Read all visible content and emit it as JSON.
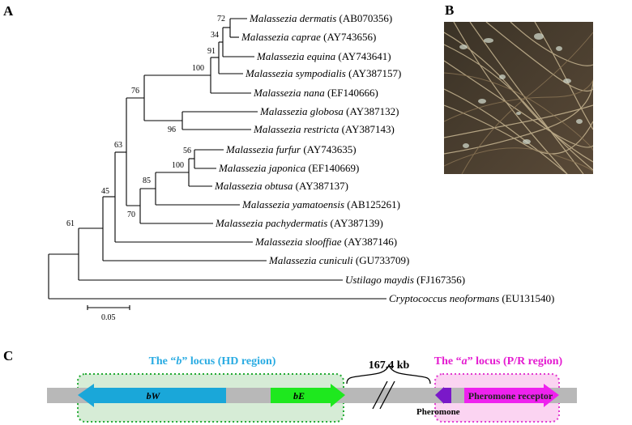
{
  "panels": {
    "a": "A",
    "b": "B",
    "c": "C"
  },
  "tree": {
    "taxa": [
      {
        "genus": "Malassezia",
        "species": "dermatis",
        "accession": "(AB070356)"
      },
      {
        "genus": "Malassezia",
        "species": "caprae",
        "accession": "(AY743656)"
      },
      {
        "genus": "Malassezia",
        "species": "equina",
        "accession": "(AY743641)"
      },
      {
        "genus": "Malassezia",
        "species": "sympodialis",
        "accession": "(AY387157)"
      },
      {
        "genus": "Malassezia",
        "species": "nana",
        "accession": "(EF140666)"
      },
      {
        "genus": "Malassezia",
        "species": "globosa",
        "accession": "(AY387132)"
      },
      {
        "genus": "Malassezia",
        "species": "restricta",
        "accession": "(AY387143)"
      },
      {
        "genus": "Malassezia",
        "species": "furfur",
        "accession": "(AY743635)"
      },
      {
        "genus": "Malassezia",
        "species": "japonica",
        "accession": "(EF140669)"
      },
      {
        "genus": "Malassezia",
        "species": "obtusa",
        "accession": "(AY387137)"
      },
      {
        "genus": "Malassezia",
        "species": "yamatoensis",
        "accession": "(AB125261)"
      },
      {
        "genus": "Malassezia",
        "species": "pachydermatis",
        "accession": "(AY387139)"
      },
      {
        "genus": "Malassezia",
        "species": "slooffiae",
        "accession": "(AY387146)"
      },
      {
        "genus": "Malassezia",
        "species": "cuniculi",
        "accession": "(GU733709)"
      },
      {
        "genus": "Ustilago",
        "species": "maydis",
        "accession": "(FJ167356)"
      },
      {
        "genus": "Cryptococcus",
        "species": "neoformans",
        "accession": "(EU131540)"
      }
    ],
    "bootstrap": [
      "72",
      "34",
      "91",
      "100",
      "76",
      "96",
      "63",
      "56",
      "100",
      "85",
      "70",
      "45",
      "61"
    ],
    "scale_label": "0.05"
  },
  "locus": {
    "b_title_prefix": "The “",
    "b_title_italic": "b",
    "b_title_suffix": "” locus (HD region)",
    "a_title_prefix": "The “",
    "a_title_italic": "a",
    "a_title_suffix": "” locus (P/R region)",
    "distance": "167.4 kb",
    "bW": "bW",
    "bE": "bE",
    "pheromone": "Pheromone",
    "receptor": "Pheromone receptor"
  },
  "colors": {
    "b_title": "#29abe2",
    "a_title": "#e41ad0",
    "bW_arrow": "#1aa7d9",
    "bE_arrow": "#1ee81e",
    "pheromone_arrow": "#7a18c9",
    "receptor_arrow": "#ee22ee",
    "chromosome": "#b8b8b8",
    "b_box_fill": "#d6ecd6",
    "b_box_border": "#22aa33",
    "a_box_fill": "#fbd4f2",
    "a_box_border": "#e23ad0"
  }
}
